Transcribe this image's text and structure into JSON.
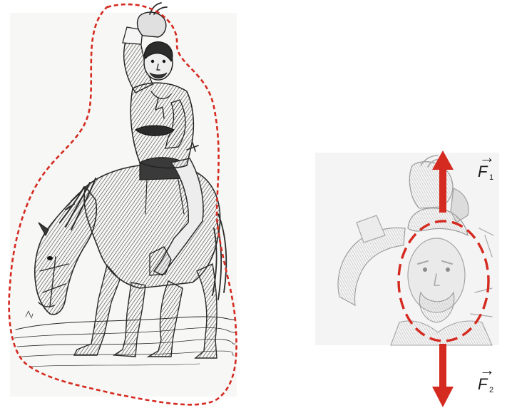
{
  "colors": {
    "outline": "#d42a20",
    "arrow": "#d42a20",
    "sketch": "#2a2a2a",
    "sketch_faded": "#a8a8a8"
  },
  "left_panel": {
    "subject": "rider-on-horse-sketch",
    "outline_style": "dashed"
  },
  "right_panel": {
    "subject": "rider-head-closeup-sketch",
    "outline_style": "dashed"
  },
  "forces": [
    {
      "symbol": "F",
      "subscript": "1",
      "vector_mark": "→",
      "direction": "up"
    },
    {
      "symbol": "F",
      "subscript": "2",
      "vector_mark": "→",
      "direction": "down"
    }
  ]
}
